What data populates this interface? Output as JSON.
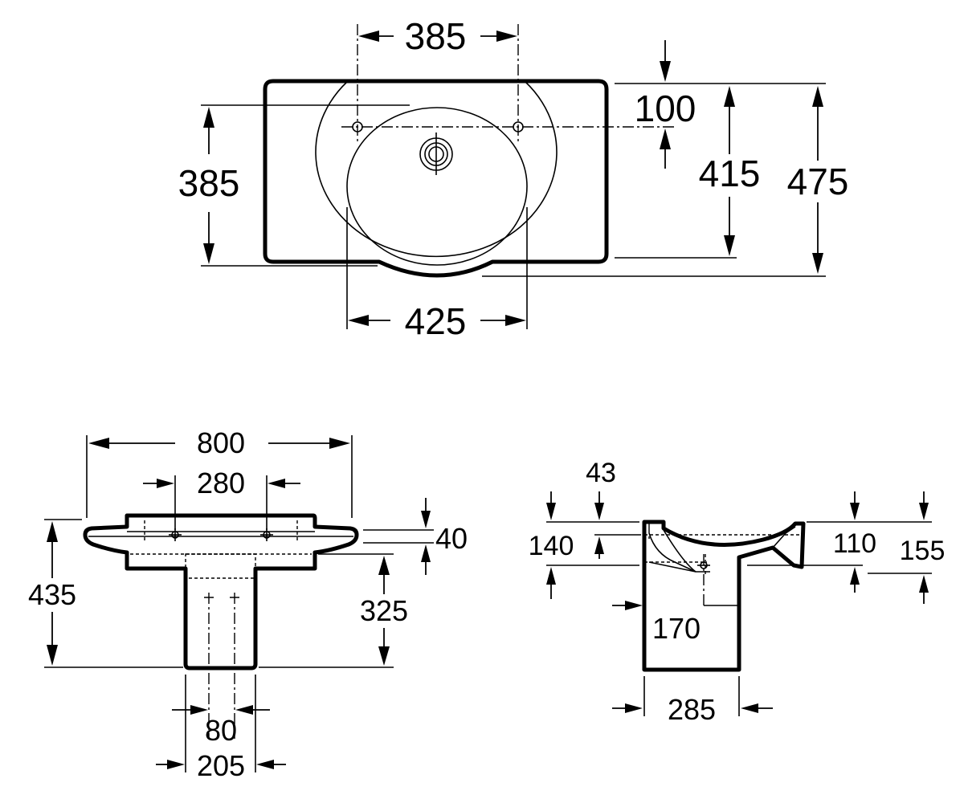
{
  "top_view": {
    "dim_hole_spacing": "385",
    "dim_basin_depth": "385",
    "dim_hole_offset": "100",
    "dim_depth_415": "415",
    "dim_depth_475": "475",
    "dim_bowl_width": "425"
  },
  "front_view": {
    "dim_total_width": "800",
    "dim_fixing_spacing": "280",
    "dim_rim_thickness": "40",
    "dim_total_height": "435",
    "dim_pedestal_height": "325",
    "dim_pipe_spacing": "80",
    "dim_pedestal_width": "205"
  },
  "side_view": {
    "dim_43": "43",
    "dim_140": "140",
    "dim_110": "110",
    "dim_155": "155",
    "dim_170": "170",
    "dim_285": "285"
  }
}
